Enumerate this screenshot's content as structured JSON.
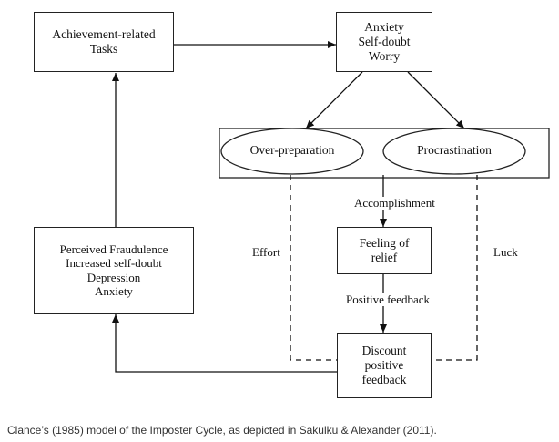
{
  "diagram": {
    "box_tasks": {
      "lines": [
        "Achievement-related",
        "Tasks"
      ]
    },
    "box_anxiety": {
      "lines": [
        "Anxiety",
        "Self-doubt",
        "Worry"
      ]
    },
    "ellipse_over_preparation": "Over-preparation",
    "ellipse_procrastination": "Procrastination",
    "box_fraudulence": {
      "lines": [
        "Perceived Fraudulence",
        "Increased self-doubt",
        "Depression",
        "Anxiety"
      ]
    },
    "box_relief": {
      "lines": [
        "Feeling of",
        "relief"
      ]
    },
    "box_discount": {
      "lines": [
        "Discount",
        "positive",
        "feedback"
      ]
    },
    "label_accomplishment": "Accomplishment",
    "label_effort": "Effort",
    "label_luck": "Luck",
    "label_positive_feedback": "Positive feedback"
  },
  "caption": "Clance’s (1985) model of the Imposter Cycle, as depicted in Sakulku & Alexander (2011)."
}
